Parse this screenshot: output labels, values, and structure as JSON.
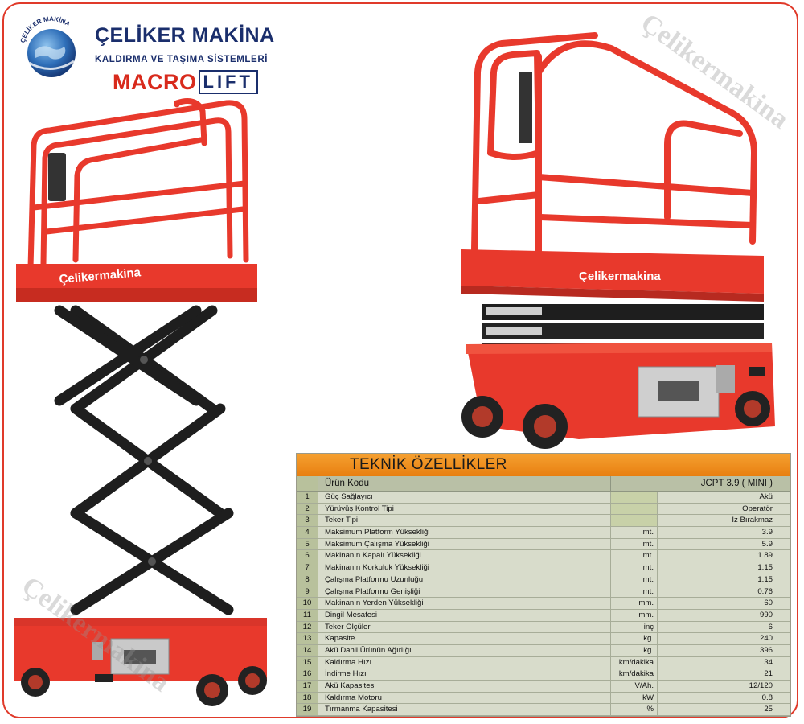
{
  "brand": {
    "globe_text": "ÇELİKER MAKİNA",
    "name": "ÇELİKER MAKİNA",
    "subtitle": "KALDIRMA VE TAŞIMA SİSTEMLERİ",
    "product_logo_a": "MACRO",
    "product_logo_b": "LIFT"
  },
  "watermark": "Çelikermakina",
  "machine_label": "Çelikermakina",
  "colors": {
    "machine_red": "#e8392c",
    "scissor_black": "#1e1e1e",
    "table_header": "#f09020",
    "frame": "#e03a2a"
  },
  "spec": {
    "title": "TEKNİK ÖZELLİKLER",
    "header": {
      "label": "Ürün Kodu",
      "model": "JCPT 3.9 ( MINI )"
    },
    "rows": [
      {
        "no": "1",
        "name": "Güç Sağlayıcı",
        "unit": "",
        "value": "Akü"
      },
      {
        "no": "2",
        "name": "Yürüyüş Kontrol Tipi",
        "unit": "",
        "value": "Operatör"
      },
      {
        "no": "3",
        "name": "Teker Tipi",
        "unit": "",
        "value": "İz Bırakmaz"
      },
      {
        "no": "4",
        "name": "Maksimum Platform Yüksekliği",
        "unit": "mt.",
        "value": "3.9"
      },
      {
        "no": "5",
        "name": "Maksimum Çalışma Yüksekliği",
        "unit": "mt.",
        "value": "5.9"
      },
      {
        "no": "6",
        "name": "Makinanın Kapalı Yüksekliği",
        "unit": "mt.",
        "value": "1.89"
      },
      {
        "no": "7",
        "name": "Makinanın Korkuluk Yüksekliği",
        "unit": "mt.",
        "value": "1.15"
      },
      {
        "no": "8",
        "name": "Çalışma Platformu Uzunluğu",
        "unit": "mt.",
        "value": "1.15"
      },
      {
        "no": "9",
        "name": "Çalışma Platformu Genişliği",
        "unit": "mt.",
        "value": "0.76"
      },
      {
        "no": "10",
        "name": "Makinanın Yerden Yüksekliği",
        "unit": "mm.",
        "value": "60"
      },
      {
        "no": "11",
        "name": "Dingil Mesafesi",
        "unit": "mm.",
        "value": "990"
      },
      {
        "no": "12",
        "name": "Teker Ölçüleri",
        "unit": "inç",
        "value": "6"
      },
      {
        "no": "13",
        "name": "Kapasite",
        "unit": "kg.",
        "value": "240"
      },
      {
        "no": "14",
        "name": "Akü Dahil Ürünün Ağırlığı",
        "unit": "kg.",
        "value": "396"
      },
      {
        "no": "15",
        "name": "Kaldırma Hızı",
        "unit": "km/dakika",
        "value": "34"
      },
      {
        "no": "16",
        "name": "İndirme Hızı",
        "unit": "km/dakika",
        "value": "21"
      },
      {
        "no": "17",
        "name": "Akü Kapasitesi",
        "unit": "V/Ah.",
        "value": "12/120"
      },
      {
        "no": "18",
        "name": "Kaldırma Motoru",
        "unit": "kW",
        "value": "0.8"
      },
      {
        "no": "19",
        "name": "Tırmanma Kapasitesi",
        "unit": "%",
        "value": "25"
      }
    ]
  }
}
